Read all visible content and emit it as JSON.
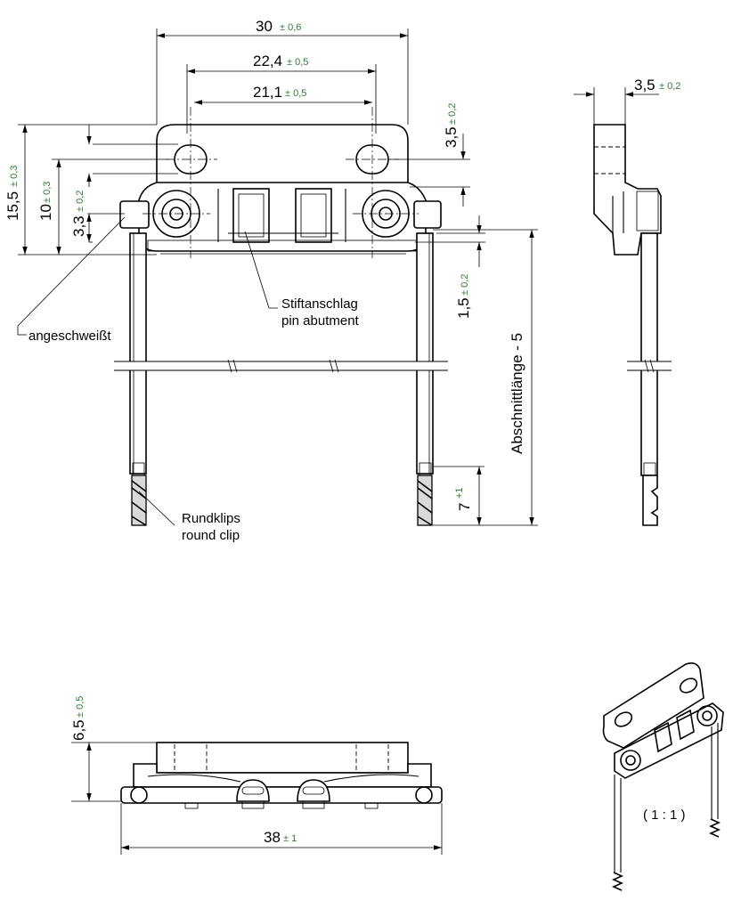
{
  "drawing": {
    "dimensions": {
      "d30": {
        "value": "30",
        "tol": "± 0,6"
      },
      "d22_4": {
        "value": "22,4",
        "tol": "± 0,5"
      },
      "d21_1": {
        "value": "21,1",
        "tol": "± 0,5"
      },
      "d3_5_top": {
        "value": "3,5",
        "tol": "± 0,2"
      },
      "d3_5_side": {
        "value": "3,5",
        "tol": "± 0,2"
      },
      "d15_5": {
        "value": "15,5",
        "tol": "± 0,3"
      },
      "d10": {
        "value": "10",
        "tol": "± 0,3"
      },
      "d3_3": {
        "value": "3,3",
        "tol": "± 0,2"
      },
      "d1_5": {
        "value": "1,5",
        "tol": "± 0,2"
      },
      "d7": {
        "value": "7",
        "tol": "+1"
      },
      "d6_5": {
        "value": "6,5",
        "tol": "± 0,5"
      },
      "d38": {
        "value": "38",
        "tol": "± 1"
      },
      "cut_length": "Abschnittlänge - 5"
    },
    "notes": {
      "welded": "angeschweißt",
      "pin_abutment_de": "Stiftanschlag",
      "pin_abutment_en": "pin abutment",
      "round_clip_de": "Rundklips",
      "round_clip_en": "round clip",
      "scale": "( 1 : 1 )"
    },
    "colors": {
      "line": "#000000",
      "background": "#ffffff",
      "tol_green": "#2e7d32"
    }
  }
}
